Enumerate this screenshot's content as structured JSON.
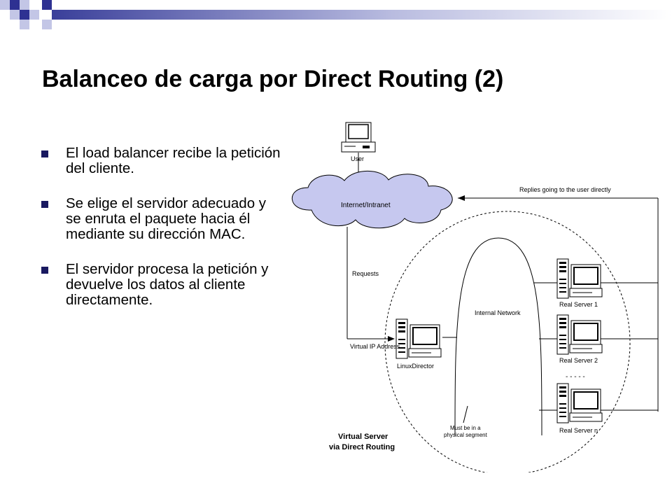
{
  "slide": {
    "title": "Balanceo de carga por Direct Routing (2)",
    "bullets": [
      "El load balancer recibe la petición del cliente.",
      "Se elige el servidor adecuado y se enruta el paquete hacia él mediante su dirección MAC.",
      "El servidor procesa la petición y devuelve los datos al cliente directamente."
    ]
  },
  "diagram": {
    "user_label": "User",
    "cloud_label": "Internet/Intranet",
    "replies_label": "Replies going to the user directly",
    "requests_label": "Requests",
    "internal_network_label": "Internal Network",
    "virtual_ip_label": "Virtual IP Address",
    "director_label": "LinuxDirector",
    "servers": [
      "Real Server 1",
      "Real Server 2",
      "Real Server n"
    ],
    "ellipsis": "- - - - -",
    "segment_note_line1": "Must be in a",
    "segment_note_line2": "physical segment",
    "caption_line1": "Virtual Server",
    "caption_line2": "via Direct Routing"
  },
  "colors": {
    "header_square_dark": "#2e3192",
    "header_square_light": "#c3c6e6",
    "header_gradient_start": "#3a3f9a",
    "cloud_fill": "#c6c8ef",
    "bullet": "#191960"
  }
}
